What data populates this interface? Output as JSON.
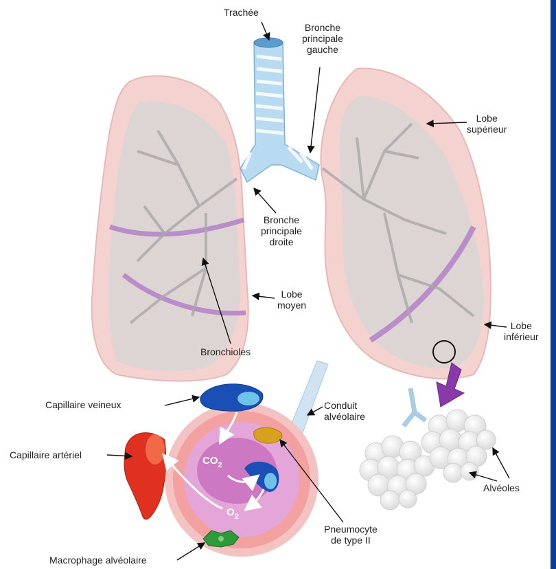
{
  "labels": {
    "trachea": "Trachée",
    "left_bronchus": [
      "Bronche",
      "principale",
      "gauche"
    ],
    "right_bronchus": [
      "Bronche",
      "principale",
      "droite"
    ],
    "upper_lobe": [
      "Lobe",
      "supérieur"
    ],
    "middle_lobe": [
      "Lobe",
      "moyen"
    ],
    "lower_lobe": [
      "Lobe",
      "inférieur"
    ],
    "bronchioles": "Bronchioles",
    "venous_capillary": "Capillaire veineux",
    "arterial_capillary": "Capillaire artériel",
    "alveolar_duct": [
      "Conduit",
      "alvéolaire"
    ],
    "alveoli": "Alvéoles",
    "pneumocyte": [
      "Pneumocyte",
      "de type II"
    ],
    "macrophage": "Macrophage alvéolaire",
    "co2": {
      "base": "CO",
      "sub": "2"
    },
    "o2": {
      "base": "O",
      "sub": "2"
    }
  },
  "colors": {
    "frame": "#0b3c91",
    "lung_fill": "#f4d2d0",
    "lung_gray": "#d6d6d6",
    "fissure": "#b07ac6",
    "trachea": "#9cc6e6",
    "vein": "#1a4fb5",
    "artery": "#e03020",
    "alveolus_ring": "#f2a0a0",
    "alveolus_inner": "#c870c0",
    "pneumocyte": "#d9a020",
    "macrophage": "#2e9a3a",
    "pointer": "#8a3aa8"
  }
}
